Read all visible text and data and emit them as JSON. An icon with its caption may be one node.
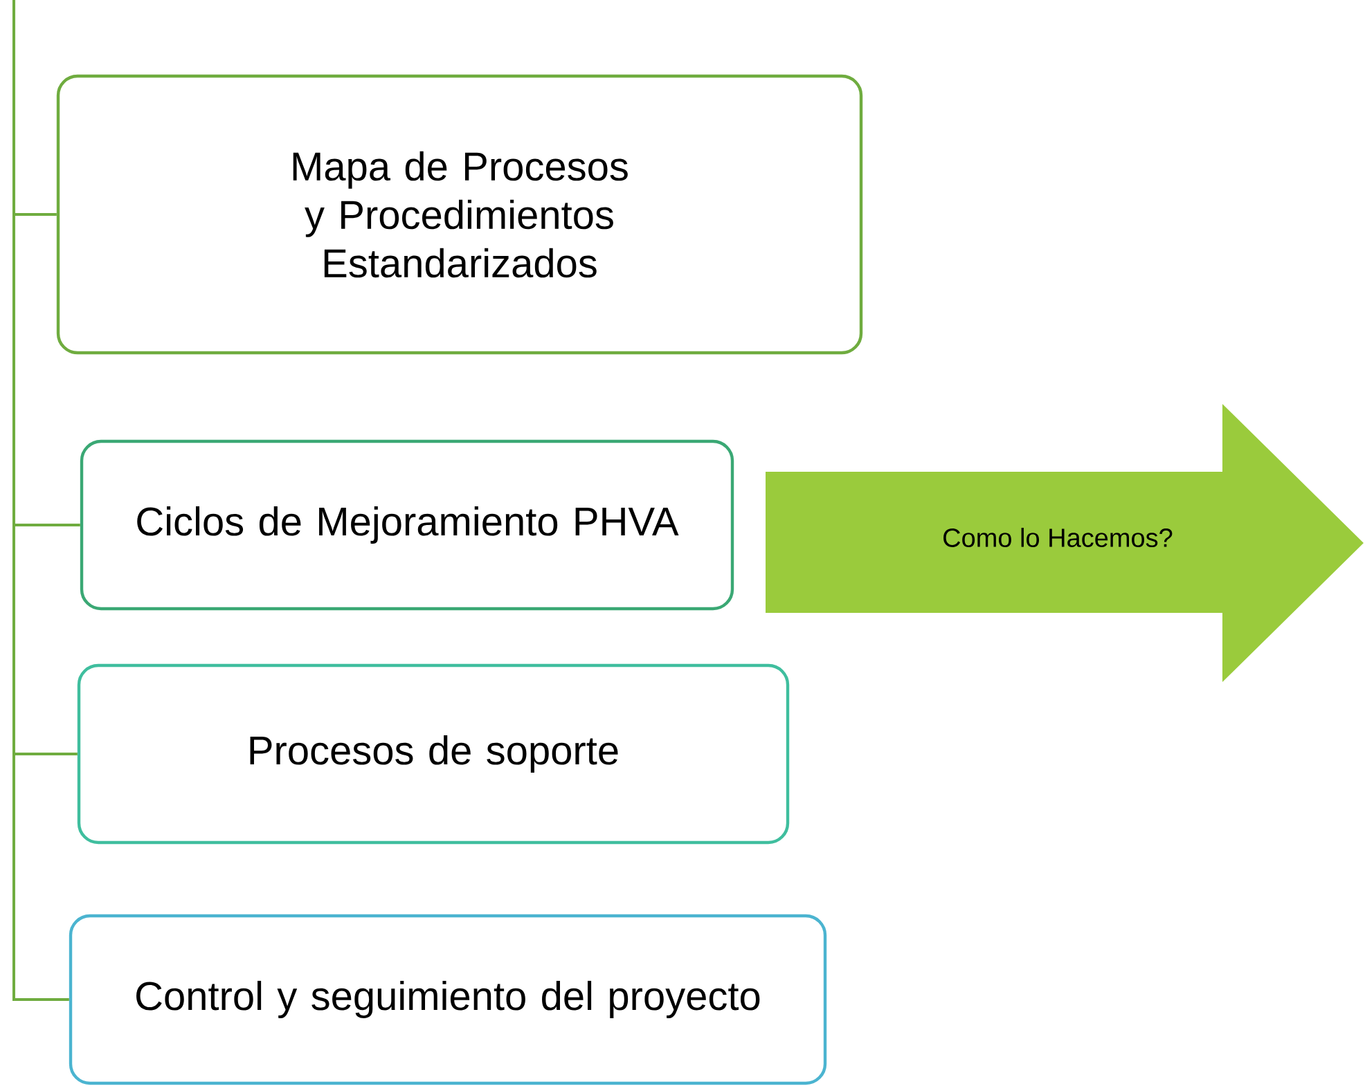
{
  "diagram": {
    "nodes": [
      {
        "text": [
          "Mapa de Procesos y Procedimientos Estandarizados"
        ]
      },
      {
        "text": [
          "Ciclos de Mejoramiento PHVA"
        ]
      },
      {
        "text": [
          "Procesos de soporte"
        ]
      },
      {
        "text": [
          "Control y seguimiento del proyecto"
        ]
      },
      {
        "text": [
          "Como lo Hacemos?"
        ]
      }
    ],
    "edges": [
      {
        "from": null,
        "to": 0,
        "arrow": "none"
      },
      {
        "from": null,
        "to": 1,
        "arrow": "none"
      },
      {
        "from": null,
        "to": 2,
        "arrow": "none"
      },
      {
        "from": null,
        "to": 3,
        "arrow": "none"
      }
    ]
  }
}
